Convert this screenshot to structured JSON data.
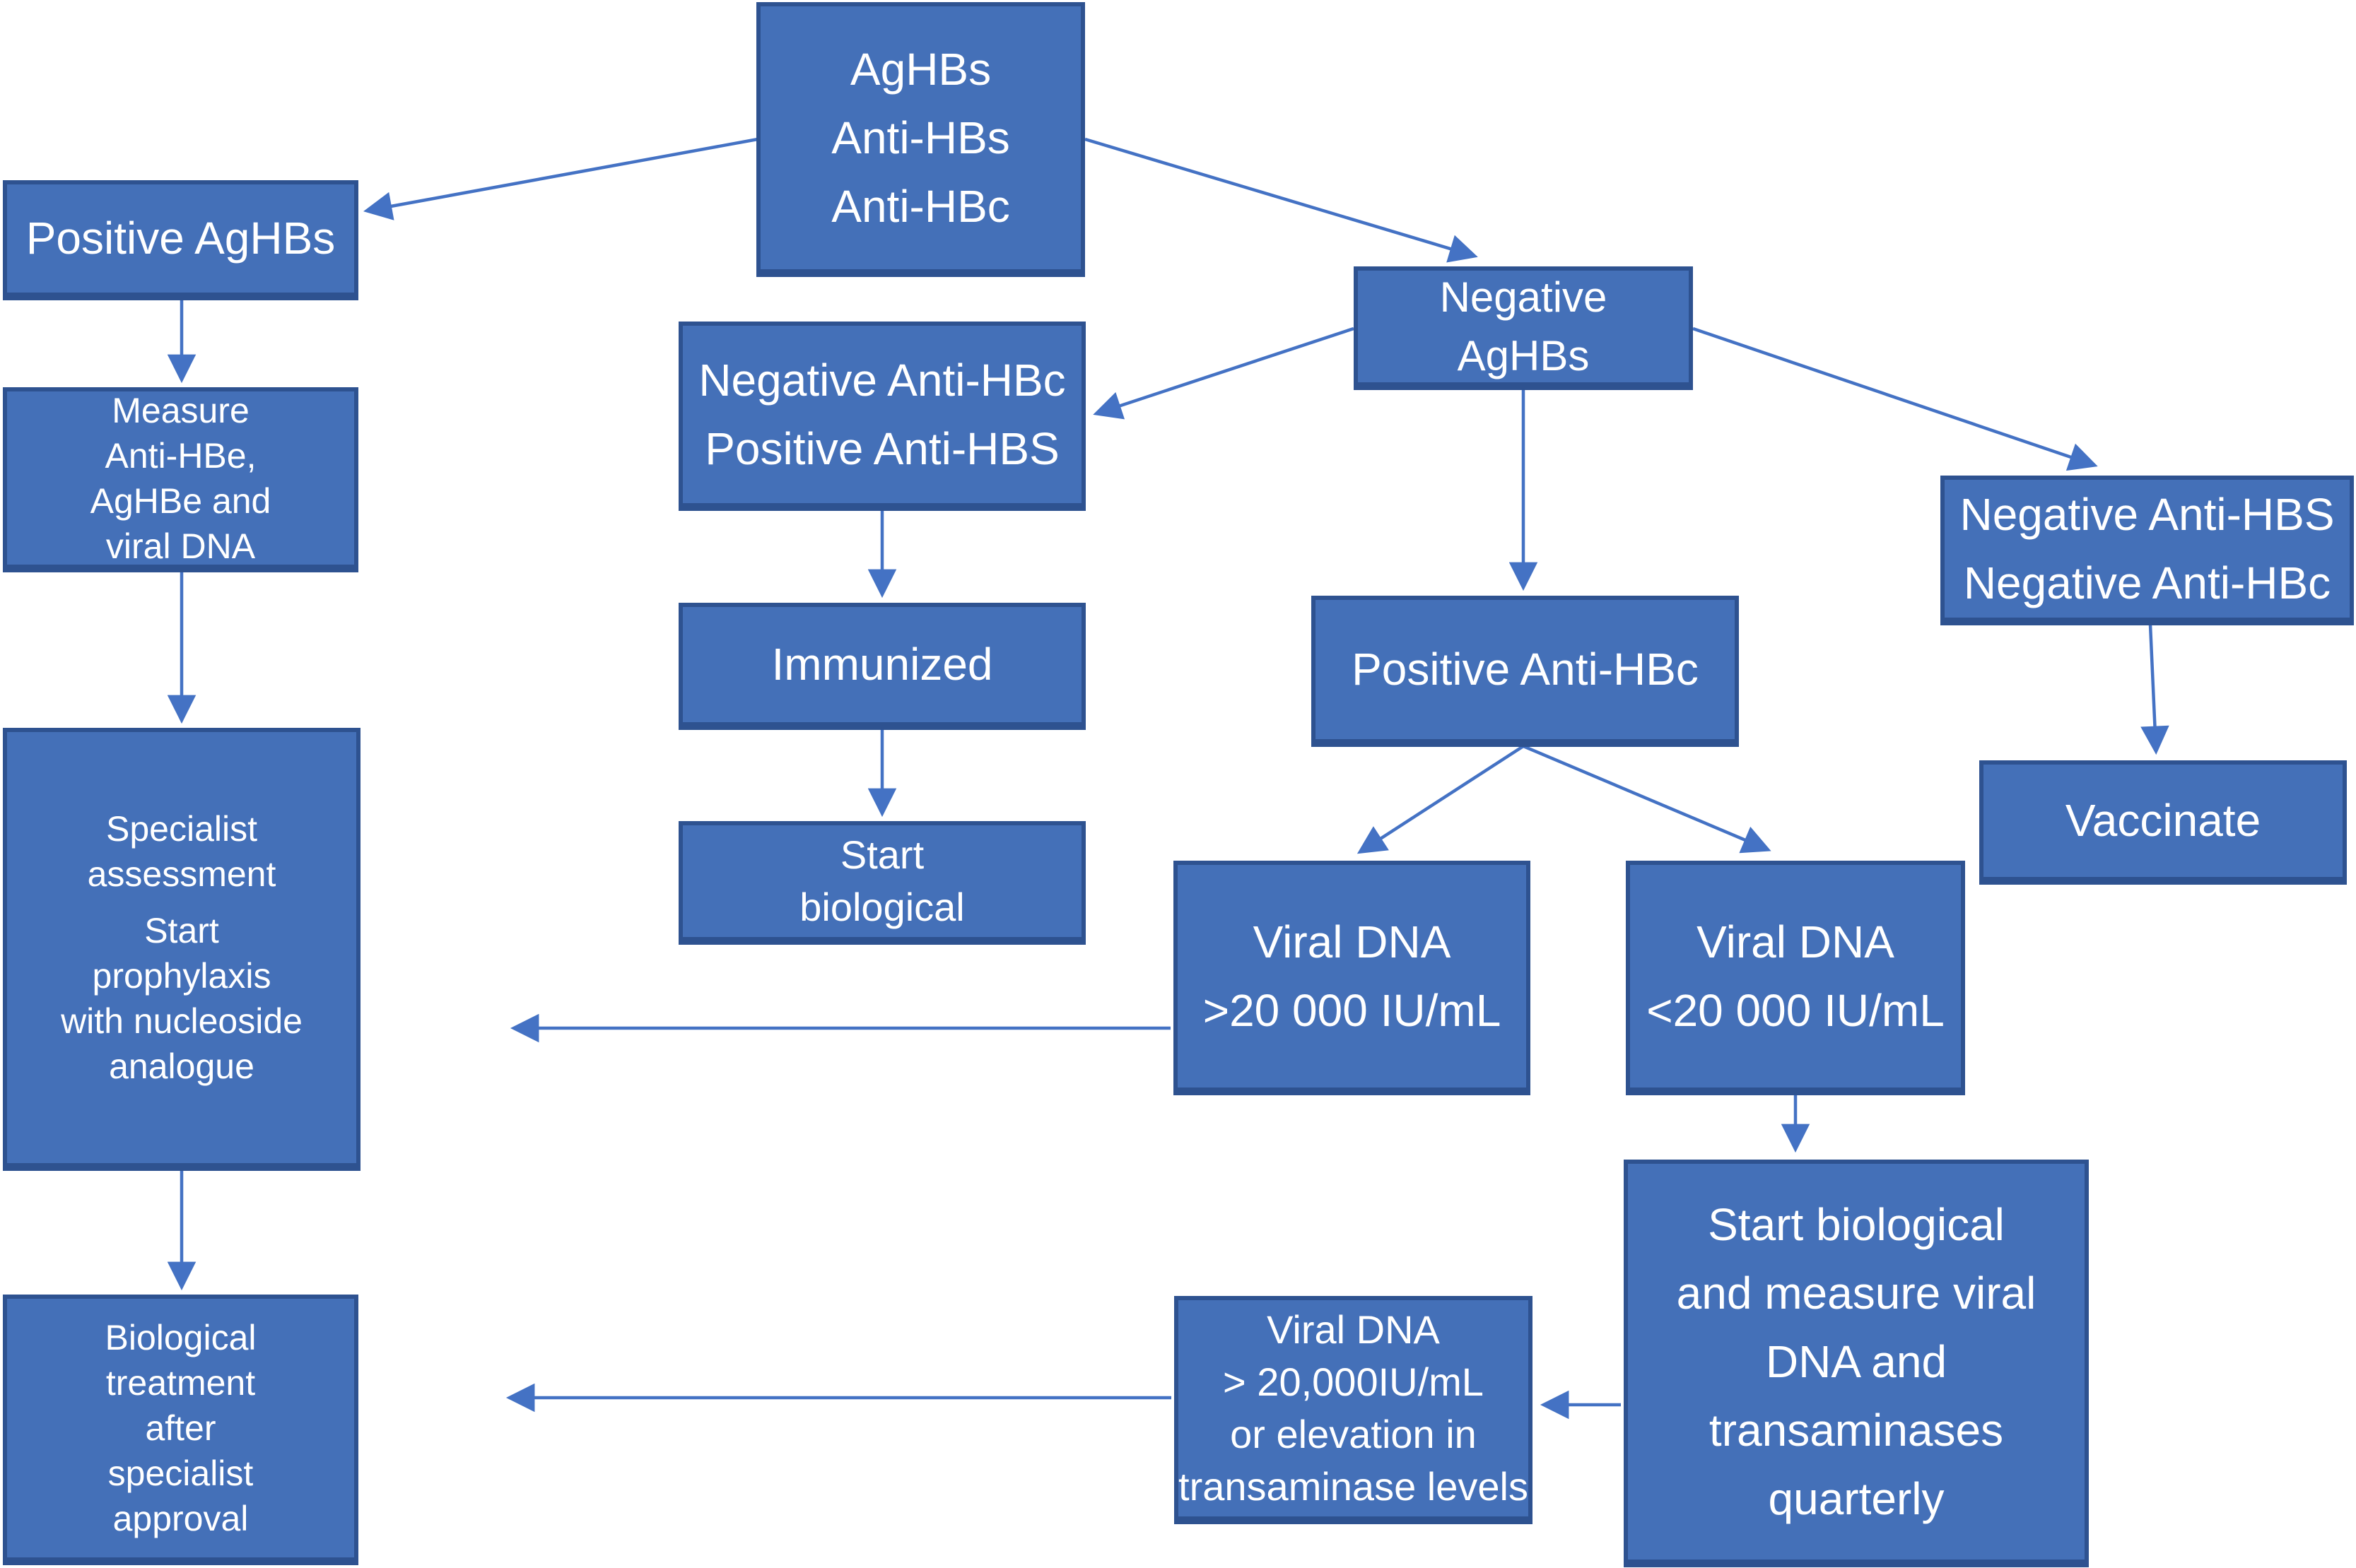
{
  "diagram": {
    "description": "Hepatitis B serology screening and management flowchart",
    "colors": {
      "box_fill": "#4470B8",
      "box_border": "#2E5290",
      "arrow": "#4472C4",
      "text": "#FFFFFF",
      "background": "#FFFFFF"
    },
    "nodes": {
      "panel_top": {
        "lines": [
          "AgHBs",
          "Anti-HBs",
          "Anti-HBc"
        ]
      },
      "positive_aghbs": {
        "lines": [
          "Positive AgHBs"
        ]
      },
      "measure": {
        "lines": [
          "Measure",
          "Anti-HBe,",
          "AgHBe and",
          "viral DNA"
        ]
      },
      "specialist": {
        "lines": [
          "Specialist",
          "assessment",
          "Start",
          "prophylaxis",
          "with nucleoside",
          "analogue"
        ]
      },
      "biological_treatment": {
        "lines": [
          "Biological",
          "treatment",
          "after",
          "specialist",
          "approval"
        ]
      },
      "neg_hbc_pos_hbs": {
        "lines": [
          "Negative Anti-HBc",
          "Positive Anti-HBS"
        ]
      },
      "immunized": {
        "lines": [
          "Immunized"
        ]
      },
      "start_biological": {
        "lines": [
          "Start",
          "biological"
        ]
      },
      "negative_aghbs": {
        "lines": [
          "Negative",
          "AgHBs"
        ]
      },
      "positive_antihbc": {
        "lines": [
          "Positive Anti-HBc"
        ]
      },
      "viral_dna_high": {
        "lines": [
          "Viral DNA",
          ">20 000 IU/mL"
        ]
      },
      "viral_dna_low": {
        "lines": [
          "Viral DNA",
          "<20 000 IU/mL"
        ]
      },
      "neg_hbs_neg_hbc": {
        "lines": [
          "Negative Anti-HBS",
          "Negative Anti-HBc"
        ]
      },
      "vaccinate": {
        "lines": [
          "Vaccinate"
        ]
      },
      "start_bio_measure": {
        "lines": [
          "Start biological",
          "and measure viral",
          "DNA and transaminases",
          "quarterly"
        ]
      },
      "viral_dna_elevation": {
        "lines": [
          "Viral DNA",
          "> 20,000IU/mL",
          "or elevation in",
          "transaminase levels"
        ]
      }
    },
    "edges": [
      {
        "from": "panel_top",
        "to": "positive_aghbs"
      },
      {
        "from": "panel_top",
        "to": "negative_aghbs"
      },
      {
        "from": "positive_aghbs",
        "to": "measure"
      },
      {
        "from": "measure",
        "to": "specialist"
      },
      {
        "from": "specialist",
        "to": "biological_treatment"
      },
      {
        "from": "negative_aghbs",
        "to": "neg_hbc_pos_hbs"
      },
      {
        "from": "negative_aghbs",
        "to": "positive_antihbc"
      },
      {
        "from": "negative_aghbs",
        "to": "neg_hbs_neg_hbc"
      },
      {
        "from": "neg_hbc_pos_hbs",
        "to": "immunized"
      },
      {
        "from": "immunized",
        "to": "start_biological"
      },
      {
        "from": "positive_antihbc",
        "to": "viral_dna_high"
      },
      {
        "from": "positive_antihbc",
        "to": "viral_dna_low"
      },
      {
        "from": "neg_hbs_neg_hbc",
        "to": "vaccinate"
      },
      {
        "from": "viral_dna_high",
        "to": "specialist"
      },
      {
        "from": "viral_dna_low",
        "to": "start_bio_measure"
      },
      {
        "from": "start_bio_measure",
        "to": "viral_dna_elevation"
      },
      {
        "from": "viral_dna_elevation",
        "to": "biological_treatment"
      }
    ]
  }
}
